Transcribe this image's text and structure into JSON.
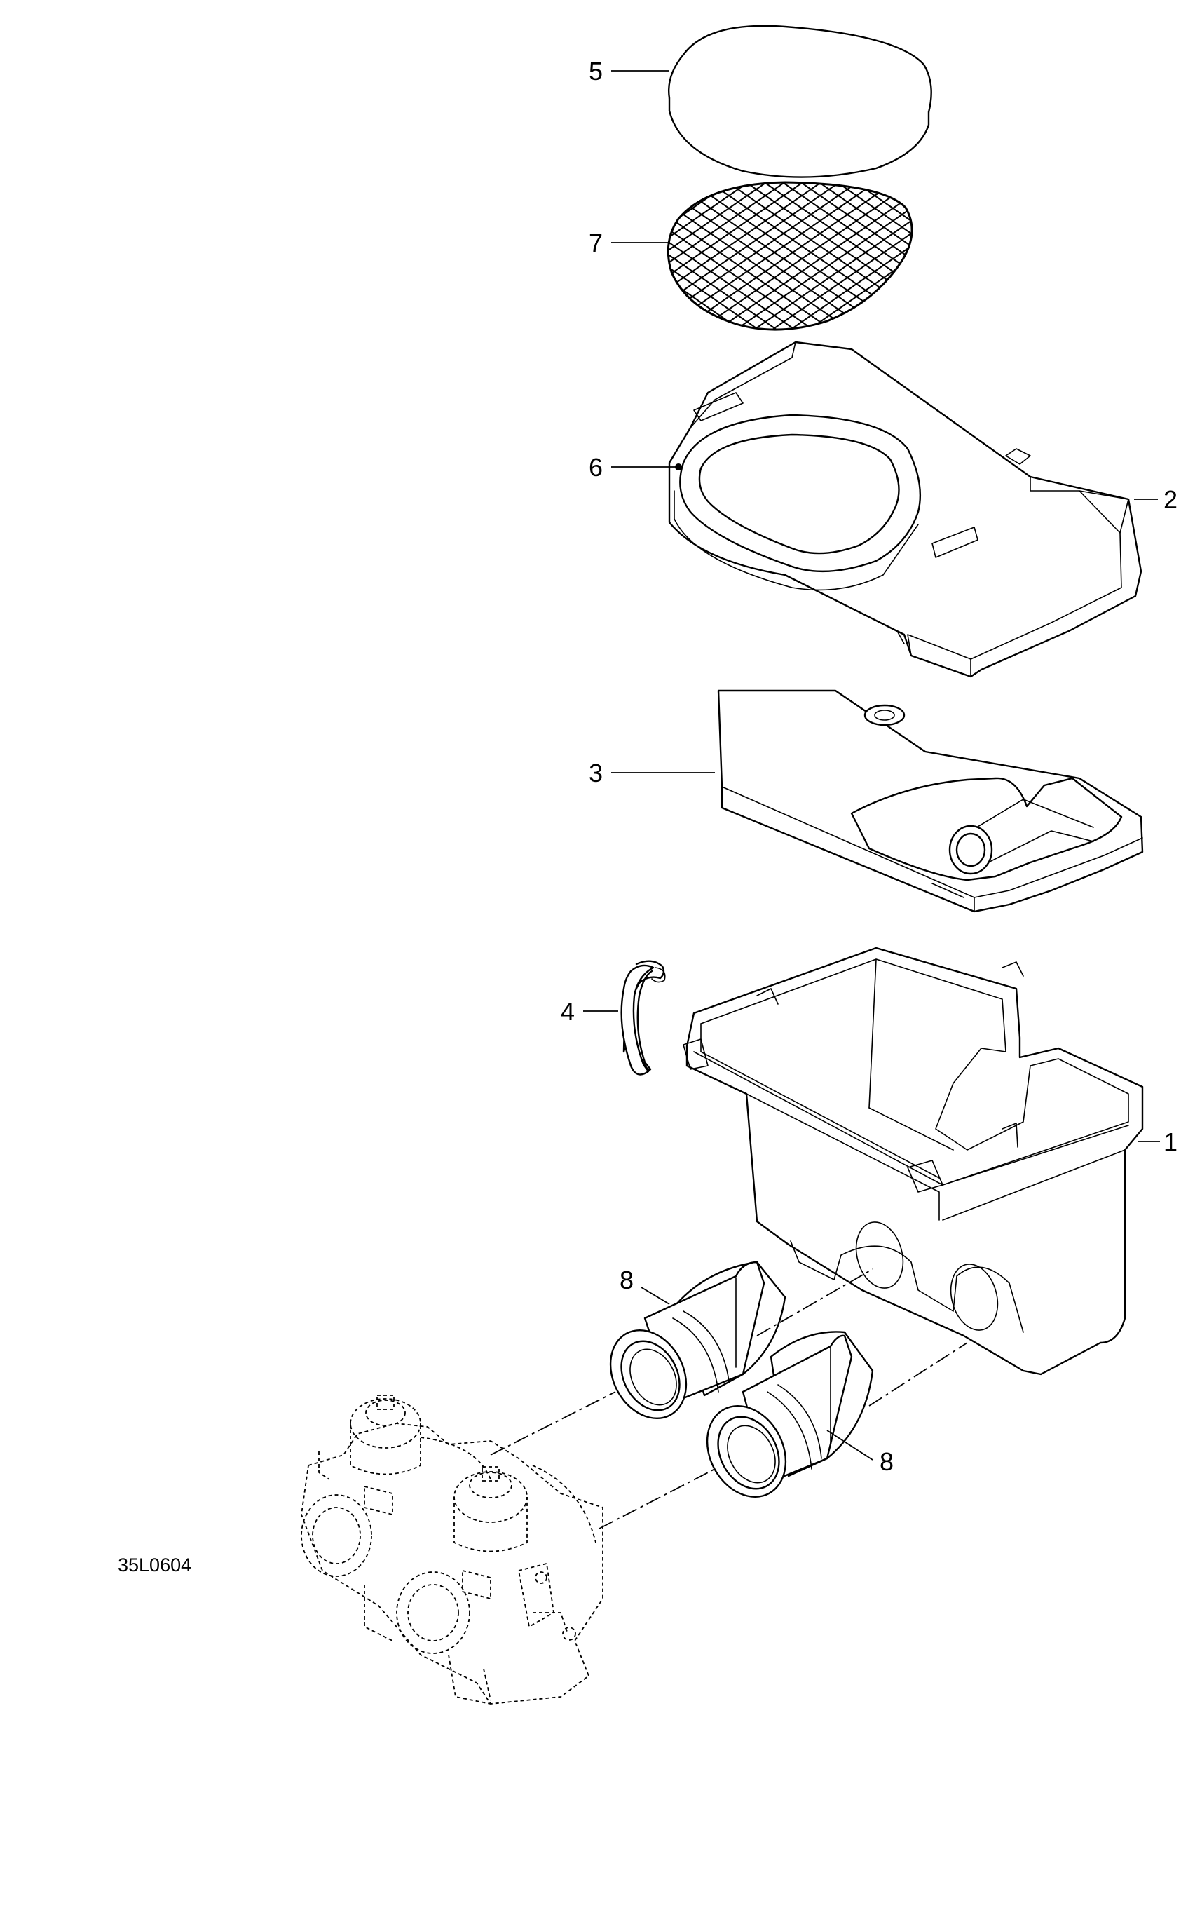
{
  "figure_code": "35L0604",
  "callouts": {
    "c5": "5",
    "c7": "7",
    "c6": "6",
    "c2": "2",
    "c3": "3",
    "c4": "4",
    "c1": "1",
    "c8a": "8",
    "c8b": "8"
  },
  "parts": [
    {
      "callout": "1",
      "icon": "air-silencer-base-icon"
    },
    {
      "callout": "2",
      "icon": "air-silencer-cover-icon"
    },
    {
      "callout": "3",
      "icon": "intake-plate-icon"
    },
    {
      "callout": "4",
      "icon": "clip-icon"
    },
    {
      "callout": "5",
      "icon": "foam-filter-icon"
    },
    {
      "callout": "6",
      "icon": "gasket-icon"
    },
    {
      "callout": "7",
      "icon": "filter-screen-icon"
    },
    {
      "callout": "8",
      "icon": "adaptor-sleeve-icon"
    }
  ]
}
